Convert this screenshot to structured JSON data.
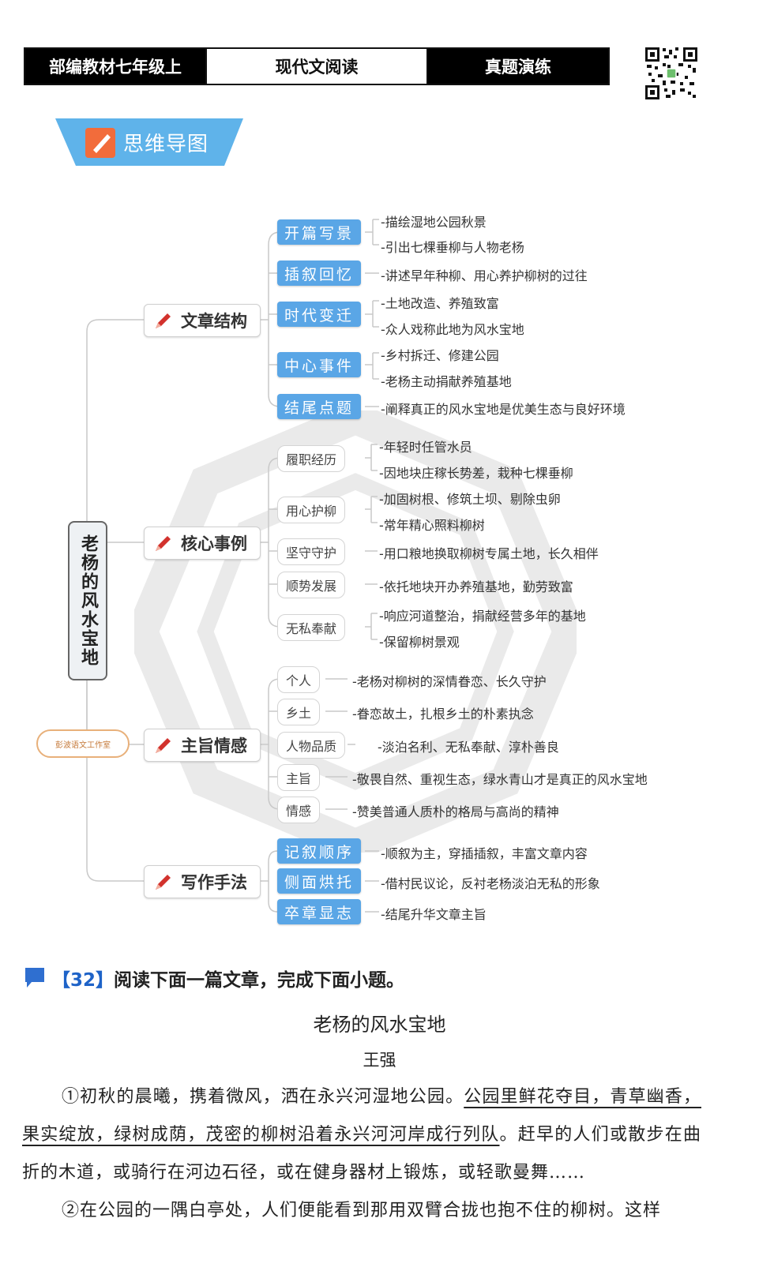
{
  "header": {
    "cells": [
      "部编教材七年级上",
      "现代文阅读",
      "真题演练"
    ]
  },
  "banner": {
    "label": "思维导图"
  },
  "mindmap": {
    "root": "老杨的风水宝地",
    "stamp": "彭波语文工作室",
    "branches": [
      {
        "label": "文章结构",
        "style": "blue",
        "children": [
          {
            "label": "开篇写景",
            "leaves": [
              "-描绘湿地公园秋景",
              "-引出七棵垂柳与人物老杨"
            ]
          },
          {
            "label": "插叙回忆",
            "leaves": [
              "-讲述早年种柳、用心养护柳树的过往"
            ]
          },
          {
            "label": "时代变迁",
            "leaves": [
              "-土地改造、养殖致富",
              "-众人戏称此地为风水宝地"
            ]
          },
          {
            "label": "中心事件",
            "leaves": [
              "-乡村拆迁、修建公园",
              "-老杨主动捐献养殖基地"
            ]
          },
          {
            "label": "结尾点题",
            "leaves": [
              "-阐释真正的风水宝地是优美生态与良好环境"
            ]
          }
        ]
      },
      {
        "label": "核心事例",
        "style": "grey",
        "children": [
          {
            "label": "履职经历",
            "leaves": [
              "-年轻时任管水员",
              "-因地块庄稼长势差，栽种七棵垂柳"
            ]
          },
          {
            "label": "用心护柳",
            "leaves": [
              "-加固树根、修筑土坝、剔除虫卵",
              "-常年精心照料柳树"
            ]
          },
          {
            "label": "坚守守护",
            "leaves": [
              "-用口粮地换取柳树专属土地，长久相伴"
            ]
          },
          {
            "label": "顺势发展",
            "leaves": [
              "-依托地块开办养殖基地，勤劳致富"
            ]
          },
          {
            "label": "无私奉献",
            "leaves": [
              "-响应河道整治，捐献经营多年的基地",
              "-保留柳树景观"
            ]
          }
        ]
      },
      {
        "label": "主旨情感",
        "style": "grey",
        "children": [
          {
            "label": "个人",
            "leaves": [
              "-老杨对柳树的深情眷恋、长久守护"
            ]
          },
          {
            "label": "乡土",
            "leaves": [
              "-眷恋故土，扎根乡土的朴素执念"
            ]
          },
          {
            "label": "人物品质",
            "leaves": [
              "-淡泊名利、无私奉献、淳朴善良"
            ]
          },
          {
            "label": "主旨",
            "leaves": [
              "-敬畏自然、重视生态，绿水青山才是真正的风水宝地"
            ]
          },
          {
            "label": "情感",
            "leaves": [
              "-赞美普通人质朴的格局与高尚的精神"
            ]
          }
        ]
      },
      {
        "label": "写作手法",
        "style": "blue",
        "children": [
          {
            "label": "记叙顺序",
            "leaves": [
              "-顺叙为主，穿插插叙，丰富文章内容"
            ]
          },
          {
            "label": "侧面烘托",
            "leaves": [
              "-借村民议论，反衬老杨淡泊无私的形象"
            ]
          },
          {
            "label": "卒章显志",
            "leaves": [
              "-结尾升华文章主旨"
            ]
          }
        ]
      }
    ]
  },
  "question": {
    "number": "【32】",
    "prompt": "阅读下面一篇文章，完成下面小题。"
  },
  "article": {
    "title": "老杨的风水宝地",
    "author": "王强",
    "p1_a": "①初秋的晨曦，携着微风，洒在永兴河湿地公园。",
    "p1_b": "公园里鲜花夺目，青草幽香，果实绽放，绿树成荫，茂密的柳树沿着永兴河河岸成行列队",
    "p1_c": "。赶早的人们或散步在曲折的木道，或骑行在河边石径，或在健身器材上锻炼，或轻歌曼舞……",
    "p2": "②在公园的一隅白亭处，人们便能看到那用双臂合拢也抱不住的柳树。这样"
  },
  "colors": {
    "accent_blue": "#5aa6e6",
    "question_blue": "#1e63c8",
    "pen_red": "#d2322d"
  }
}
